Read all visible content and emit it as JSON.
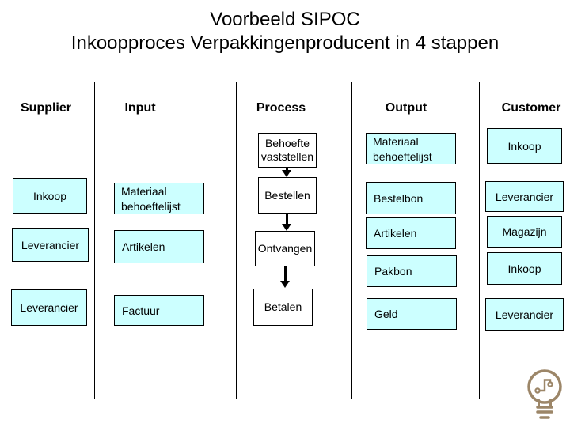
{
  "slide": {
    "title_line1": "Voorbeeld SIPOC",
    "title_line2": "Inkoopproces Verpakkingenproducent in 4 stappen"
  },
  "headers": {
    "supplier": "Supplier",
    "input": "Input",
    "process": "Process",
    "output": "Output",
    "customer": "Customer"
  },
  "supplier": {
    "items": [
      "Inkoop",
      "Leverancier",
      "Leverancier"
    ]
  },
  "input": {
    "items": [
      "Materiaal behoeftelijst",
      "Artikelen",
      "Factuur"
    ]
  },
  "process": {
    "steps": [
      "Behoefte vaststellen",
      "Bestellen",
      "Ontvangen",
      "Betalen"
    ]
  },
  "output": {
    "items": [
      "Materiaal behoeftelijst",
      "Bestelbon",
      "Artikelen",
      "Pakbon",
      "Geld"
    ]
  },
  "customer": {
    "items": [
      "Inkoop",
      "Leverancier",
      "Magazijn",
      "Inkoop",
      "Leverancier"
    ]
  },
  "icons": {
    "logo": "lightbulb-circuit"
  },
  "colors": {
    "background": "#ffffff",
    "box_fill": "#ccffff",
    "box_border": "#000000",
    "divider": "#000000",
    "logo": "#9c8668",
    "text": "#000000"
  }
}
